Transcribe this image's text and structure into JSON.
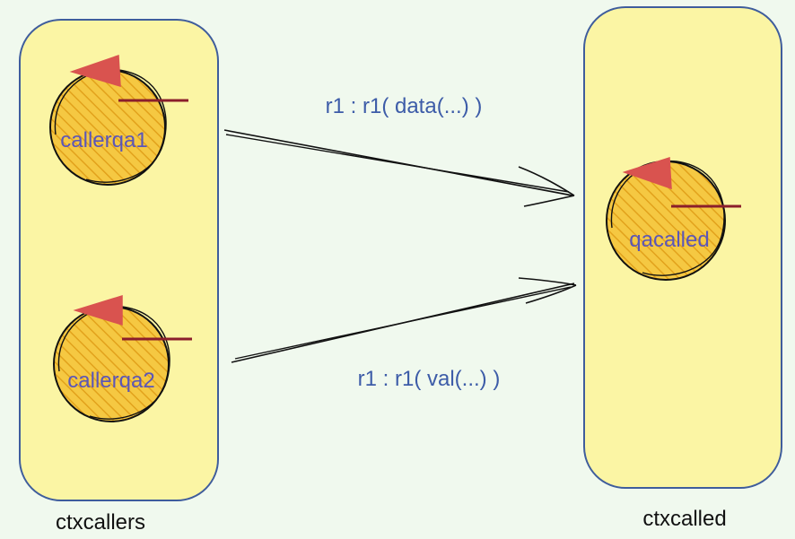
{
  "colors": {
    "background": "#f0f9ee",
    "container_fill": "#fbf5a4",
    "container_stroke": "#3f5d9c",
    "actor_fill": "#f5c842",
    "actor_hatch": "#e2a21c",
    "actor_stroke": "#111111",
    "flag": "#d9534f",
    "bar": "#8b1e2b",
    "actor_text": "#5b56b8",
    "edge_text": "#3d5ca8",
    "arrow": "#111111"
  },
  "contexts": [
    {
      "id": "ctxcallers",
      "label": "ctxcallers"
    },
    {
      "id": "ctxcalled",
      "label": "ctxcalled"
    }
  ],
  "actors": [
    {
      "id": "callerqa1",
      "label": "callerqa1"
    },
    {
      "id": "callerqa2",
      "label": "callerqa2"
    },
    {
      "id": "qacalled",
      "label": "qacalled"
    }
  ],
  "messages": [
    {
      "from": "callerqa1",
      "to": "qacalled",
      "label": "r1 : r1( data(...) )"
    },
    {
      "from": "callerqa2",
      "to": "qacalled",
      "label": "r1 : r1( val(...) )"
    }
  ]
}
